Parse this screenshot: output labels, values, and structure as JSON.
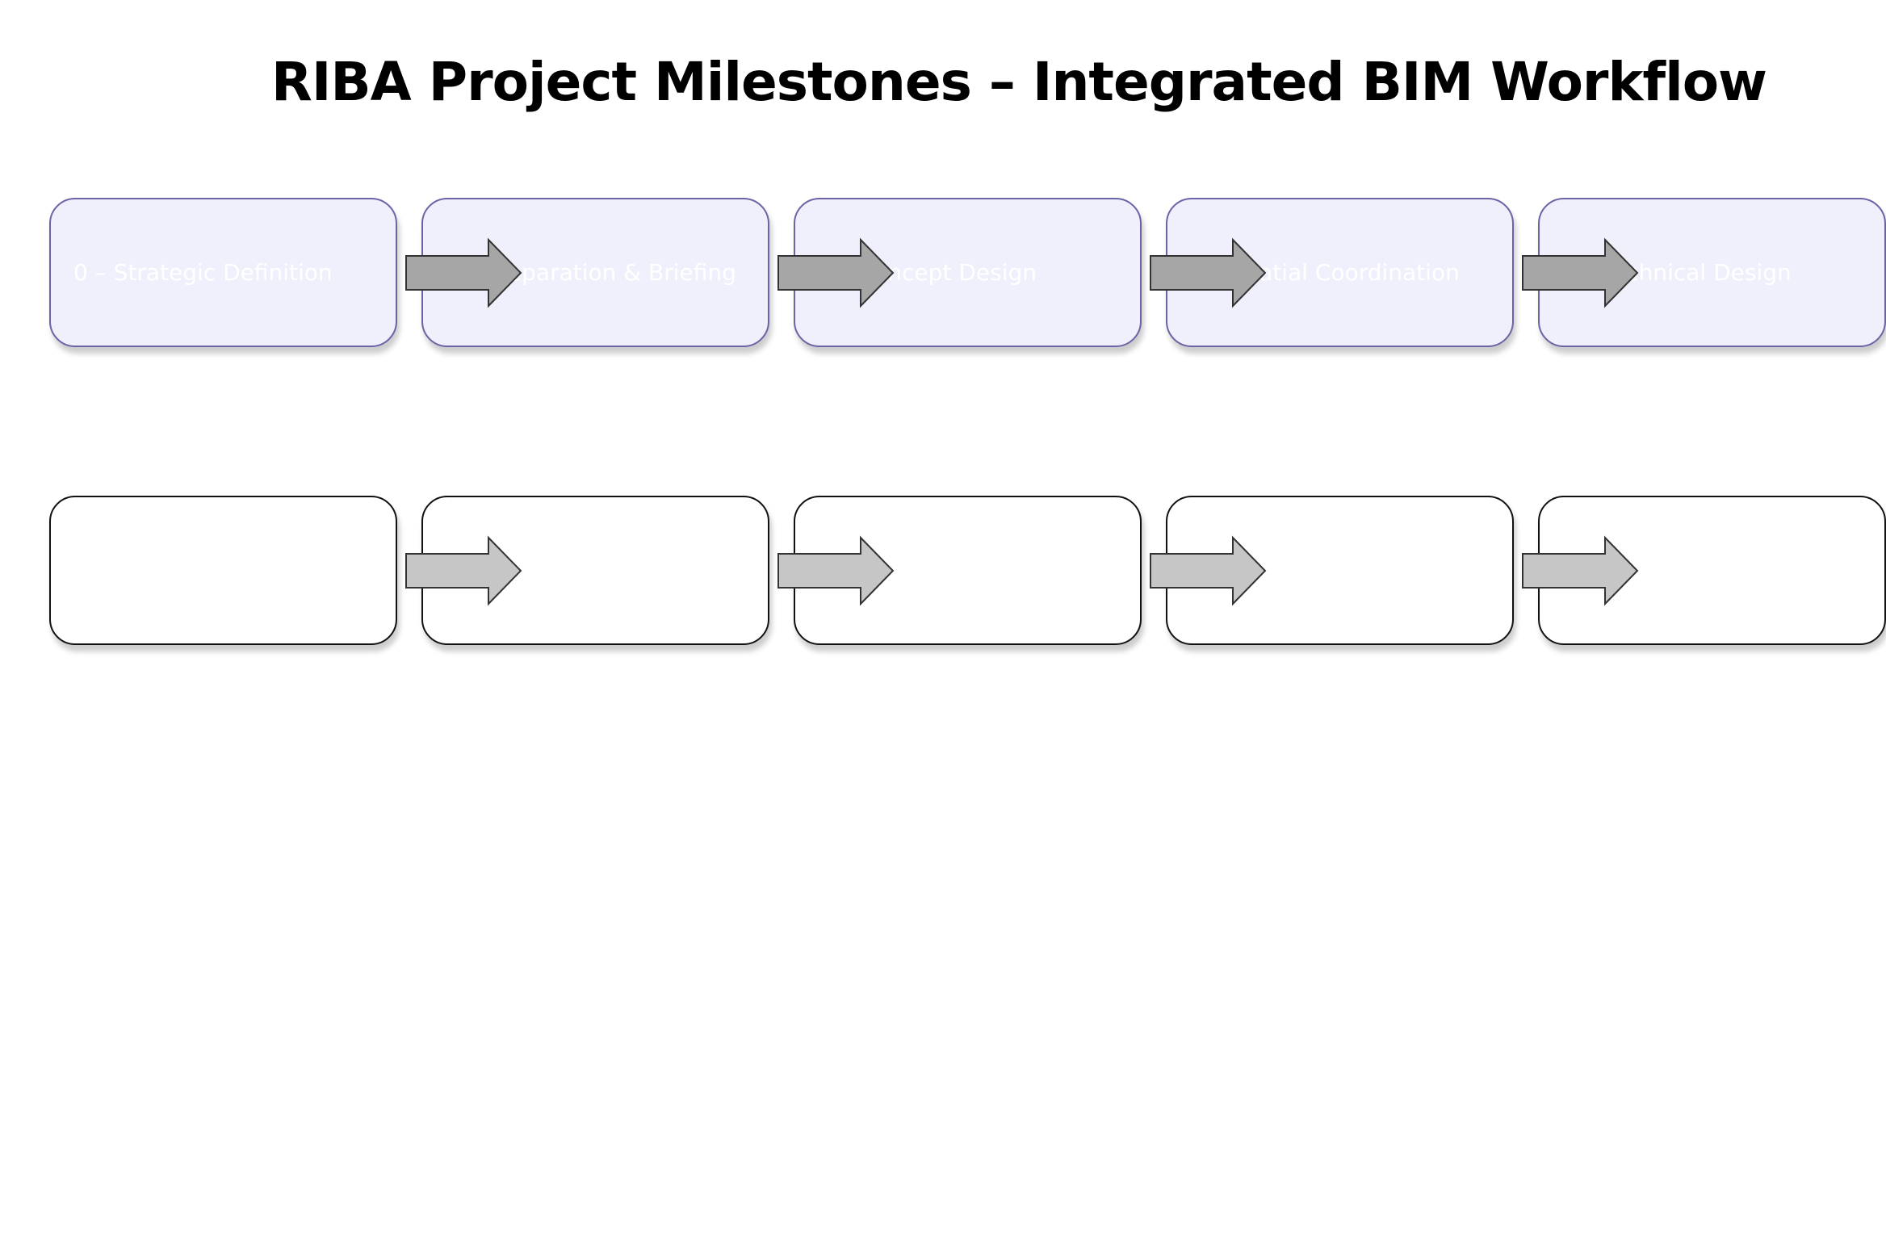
{
  "diagram": {
    "title": "RIBA Project Milestones – Integrated BIM Workflow",
    "stages": [
      {
        "label": "0 – Strategic Definition"
      },
      {
        "label": "1 – Preparation & Briefing"
      },
      {
        "label": "2 – Concept Design"
      },
      {
        "label": "3 – Spatial Coordination"
      },
      {
        "label": "4 – Technical Design"
      }
    ],
    "colors": {
      "stage_fill": "#eff0fc",
      "stage_border": "#6a63a6",
      "detail_fill": "#ffffff",
      "detail_border": "#111111",
      "stage_arrow_fill": "#a6a6a6",
      "detail_arrow_fill": "#c6c6c6",
      "arrow_border": "#333333"
    }
  }
}
